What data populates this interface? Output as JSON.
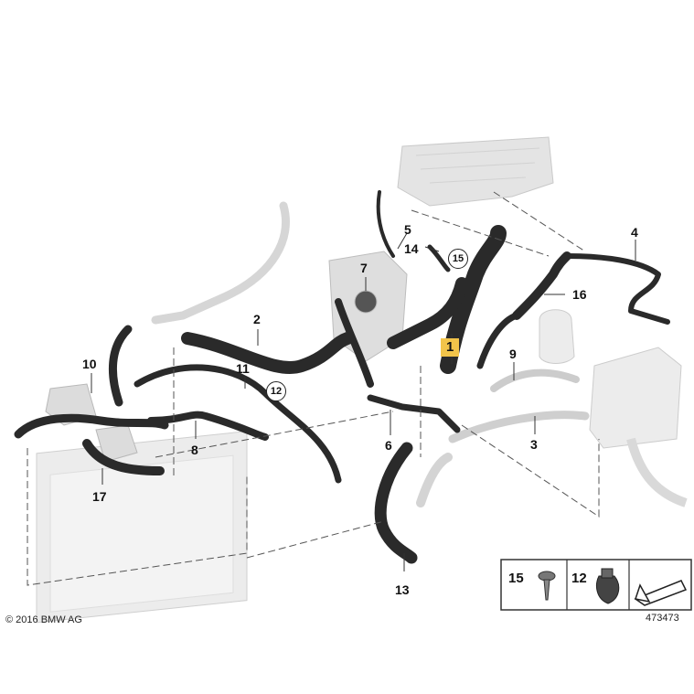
{
  "callouts": {
    "c1": "1",
    "c2": "2",
    "c3": "3",
    "c4": "4",
    "c5": "5",
    "c6": "6",
    "c7": "7",
    "c8": "8",
    "c9": "9",
    "c10": "10",
    "c11": "11",
    "c12": "12",
    "c13": "13",
    "c14": "14",
    "c15": "15",
    "c16": "16",
    "c17": "17"
  },
  "legend": {
    "item15": "15",
    "item12": "12"
  },
  "footer": {
    "copyright": "© 2016 BMW AG",
    "diagram_number": "473473"
  },
  "colors": {
    "hose": "#2a2a2a",
    "ghost_part": "#d8d8d8",
    "highlight": "#f2c44a",
    "leader": "#333333"
  }
}
